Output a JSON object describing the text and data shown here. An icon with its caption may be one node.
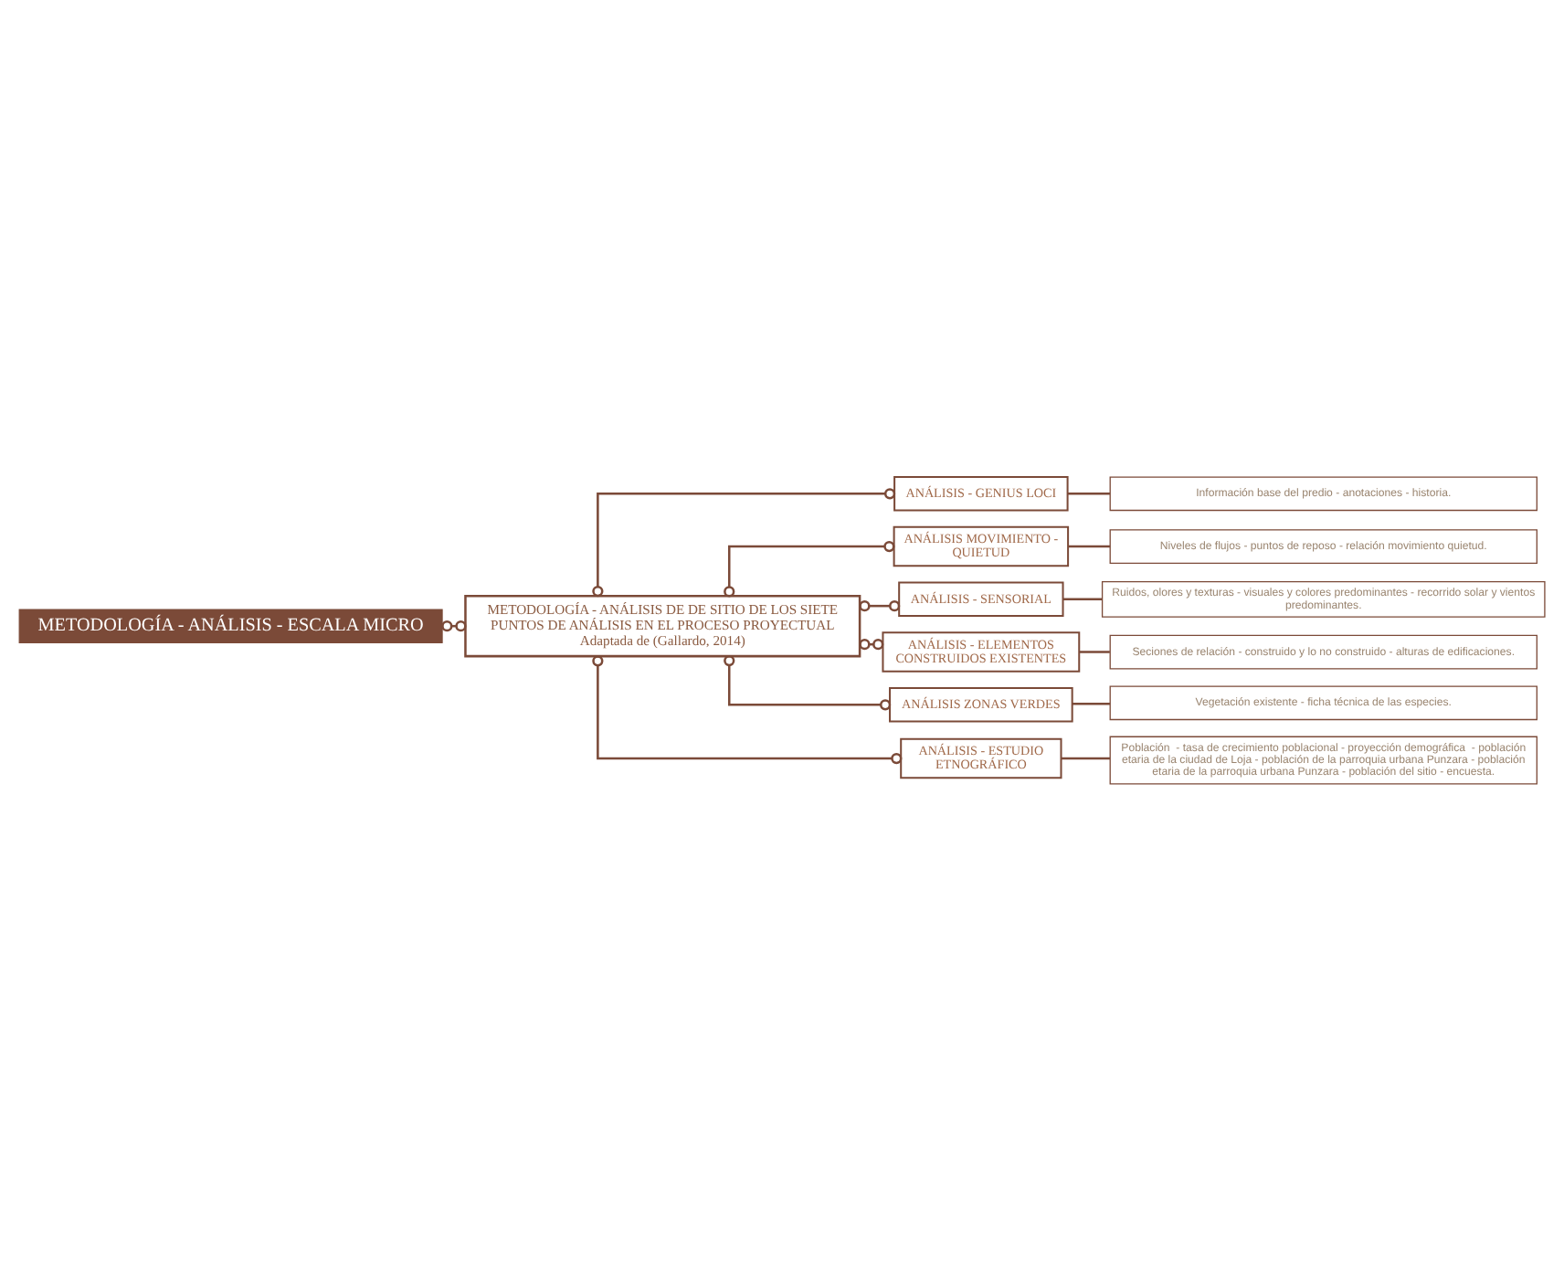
{
  "diagram": {
    "nodes": [
      {
        "text": [
          "METODOLOGÍA - ANÁLISIS - ESCALA MICRO"
        ]
      },
      {
        "text": [
          "METODOLOGÍA - ANÁLISIS DE DE SITIO DE LOS SIETE PUNTOS DE ANÁLISIS EN EL PROCESO PROYECTUAL",
          "Adaptada de (Gallardo, 2014)"
        ]
      },
      {
        "text": [
          "ANÁLISIS - GENIUS LOCI"
        ]
      },
      {
        "text": [
          "Información base del predio - anotaciones - historia."
        ]
      },
      {
        "text": [
          "ANÁLISIS MOVIMIENTO - QUIETUD"
        ]
      },
      {
        "text": [
          "Niveles de flujos - puntos de reposo - relación movimiento quietud."
        ]
      },
      {
        "text": [
          "ANÁLISIS - SENSORIAL"
        ]
      },
      {
        "text": [
          "Ruidos, olores y texturas - visuales y colores predominantes - recorrido solar y vientos predominantes."
        ]
      },
      {
        "text": [
          "ANÁLISIS - ELEMENTOS CONSTRUIDOS EXISTENTES"
        ]
      },
      {
        "text": [
          "Seciones de relación - construido y lo no construido - alturas de edificaciones."
        ]
      },
      {
        "text": [
          "ANÁLISIS ZONAS VERDES"
        ]
      },
      {
        "text": [
          "Vegetación existente - ficha técnica de las especies."
        ]
      },
      {
        "text": [
          "ANÁLISIS - ESTUDIO ETNOGRÁFICO"
        ]
      },
      {
        "text": [
          "Población  - tasa de crecimiento poblacional - proyección demográfica  - población etaria de la ciudad de Loja - población de la parroquia urbana Punzara - población etaria de la parroquia urbana Punzara - población del sitio - encuesta."
        ]
      }
    ],
    "edges": [
      {
        "from": 0,
        "to": 1,
        "arrow": "other"
      },
      {
        "from": 1,
        "to": 2,
        "arrow": "other"
      },
      {
        "from": 1,
        "to": 4,
        "arrow": "other"
      },
      {
        "from": 1,
        "to": 6,
        "arrow": "other"
      },
      {
        "from": 1,
        "to": 8,
        "arrow": "other"
      },
      {
        "from": 1,
        "to": 10,
        "arrow": "other"
      },
      {
        "from": 1,
        "to": 12,
        "arrow": "other"
      },
      {
        "from": 2,
        "to": 3,
        "arrow": "none"
      },
      {
        "from": 4,
        "to": 5,
        "arrow": "none"
      },
      {
        "from": 6,
        "to": 7,
        "arrow": "none"
      },
      {
        "from": 8,
        "to": 9,
        "arrow": "none"
      },
      {
        "from": 10,
        "to": 11,
        "arrow": "none"
      },
      {
        "from": 12,
        "to": 13,
        "arrow": "none"
      }
    ]
  }
}
